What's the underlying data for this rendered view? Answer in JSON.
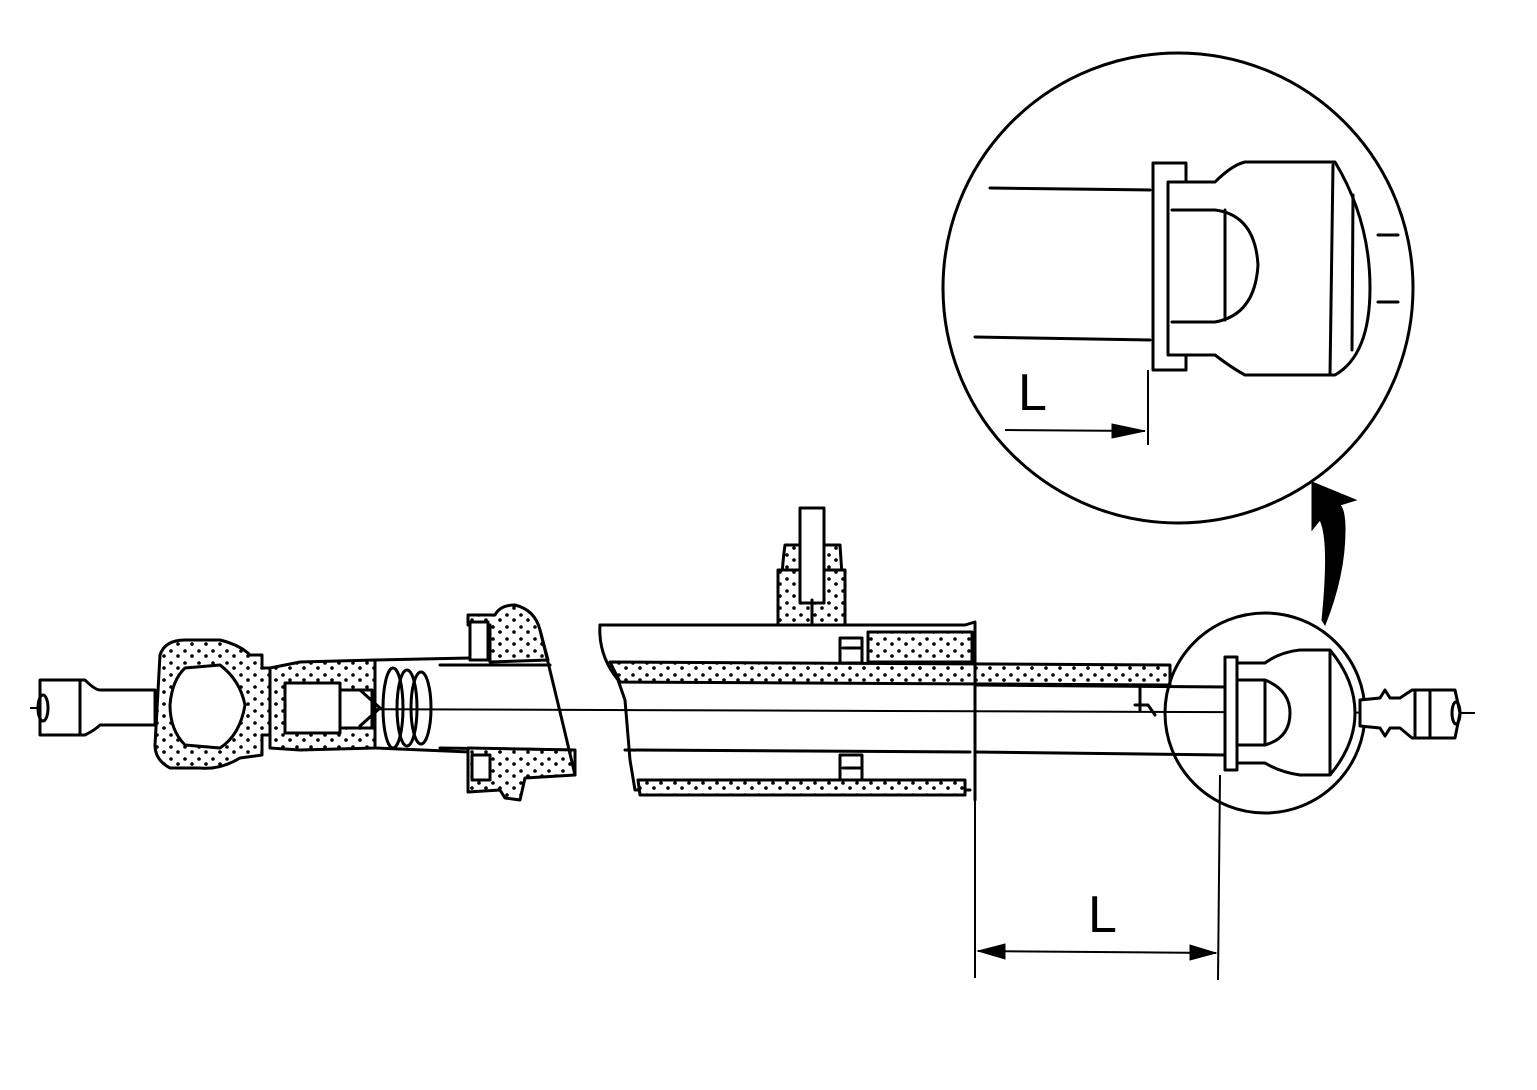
{
  "diagram": {
    "subject": "strut assembly cross-section with detail callout",
    "labels": {
      "main_dimension": "L",
      "detail_dimension": "L"
    },
    "colors": {
      "line": "#000000",
      "background": "#ffffff"
    },
    "parts": [
      "left-ball-joint-end",
      "left-mount-flange",
      "main-cylinder-body",
      "top-fitting",
      "inner-piston-rod",
      "right-ball-joint-end",
      "detail-callout-circle",
      "callout-arrow"
    ]
  }
}
